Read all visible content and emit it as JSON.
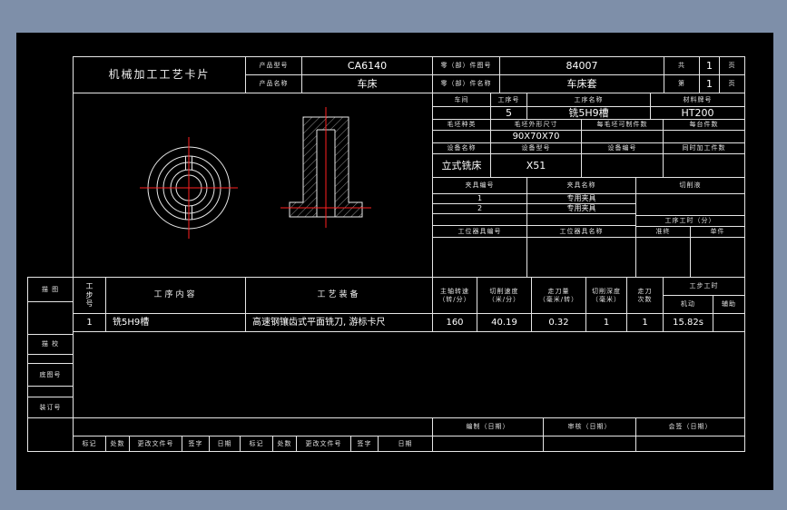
{
  "meta": {
    "background": "#7E8FA9",
    "sheet": "#000000",
    "line": "#E6E6E6",
    "centerline_red": "#FF2020"
  },
  "header": {
    "card_title": "机械加工工艺卡片",
    "product_model_label": "产品型号",
    "product_model": "CA6140",
    "part_no_label": "零（部）件图号",
    "part_no": "84007",
    "total_prefix": "共",
    "total_pages": "1",
    "total_suffix": "页",
    "product_name_label": "产品名称",
    "product_name": "车床",
    "part_name_label": "零（部）件名称",
    "part_name": "车床套",
    "page_prefix": "第",
    "page_num": "1",
    "page_suffix": "页"
  },
  "info": {
    "workshop_label": "车间",
    "workshop": "",
    "op_no_label": "工序号",
    "op_no": "5",
    "op_name_label": "工序名称",
    "op_name": "铣5H9槽",
    "material_label": "材料牌号",
    "material": "HT200",
    "blank_type_label": "毛坯种类",
    "blank_type": "",
    "blank_size_label": "毛坯外形尺寸",
    "blank_size": "90X70X70",
    "per_blank_label": "每毛坯可制件数",
    "per_blank": "",
    "per_machine_label": "每台件数",
    "per_machine": "",
    "equip_name_label": "设备名称",
    "equip_name": "立式铣床",
    "equip_model_label": "设备型号",
    "equip_model": "X51",
    "equip_no_label": "设备编号",
    "equip_no": "",
    "simultaneous_label": "同时加工件数",
    "simultaneous": "",
    "fixture_no_label": "夹具编号",
    "fixture_name_label": "夹具名称",
    "coolant_label": "切削液",
    "fixtures": [
      {
        "no": "1",
        "name": "专用夹具"
      },
      {
        "no": "2",
        "name": "专用夹具"
      }
    ],
    "tooling_no_label": "工位器具编号",
    "tooling_name_label": "工位器具名称",
    "op_time_label": "工序工时（分）",
    "prep_time_label": "准终",
    "piece_time_label": "单件"
  },
  "steps": {
    "step_no_label": "工\n步\n号",
    "content_label": "工序内容",
    "equipment_label": "工艺装备",
    "spindle_label": "主轴转速\n（转/分）",
    "speed_label": "切削速度\n（米/分）",
    "feed_label": "走刀量\n（毫米/转）",
    "depth_label": "切削深度\n（毫米）",
    "passes_label": "走刀\n次数",
    "time_label": "工步工时",
    "machine_label": "机动",
    "aux_label": "辅助",
    "rows": [
      {
        "no": "1",
        "content": "铣5H9槽",
        "equipment": "高速钢镶齿式平面铣刀, 游标卡尺",
        "spindle": "160",
        "speed": "40.19",
        "feed": "0.32",
        "depth": "1",
        "passes": "1",
        "machine_time": "15.82s",
        "aux_time": ""
      }
    ]
  },
  "margin": {
    "tracing": "描 图",
    "tracing_check": "描 校",
    "base_drawing_no": "底图号",
    "binding_no": "装订号"
  },
  "footer": {
    "mark": "标记",
    "count": "处数",
    "change_doc": "更改文件号",
    "sign": "签字",
    "date": "日期",
    "prepared": "编制（日期）",
    "audited": "审核（日期）",
    "countersigned": "会签（日期）"
  }
}
